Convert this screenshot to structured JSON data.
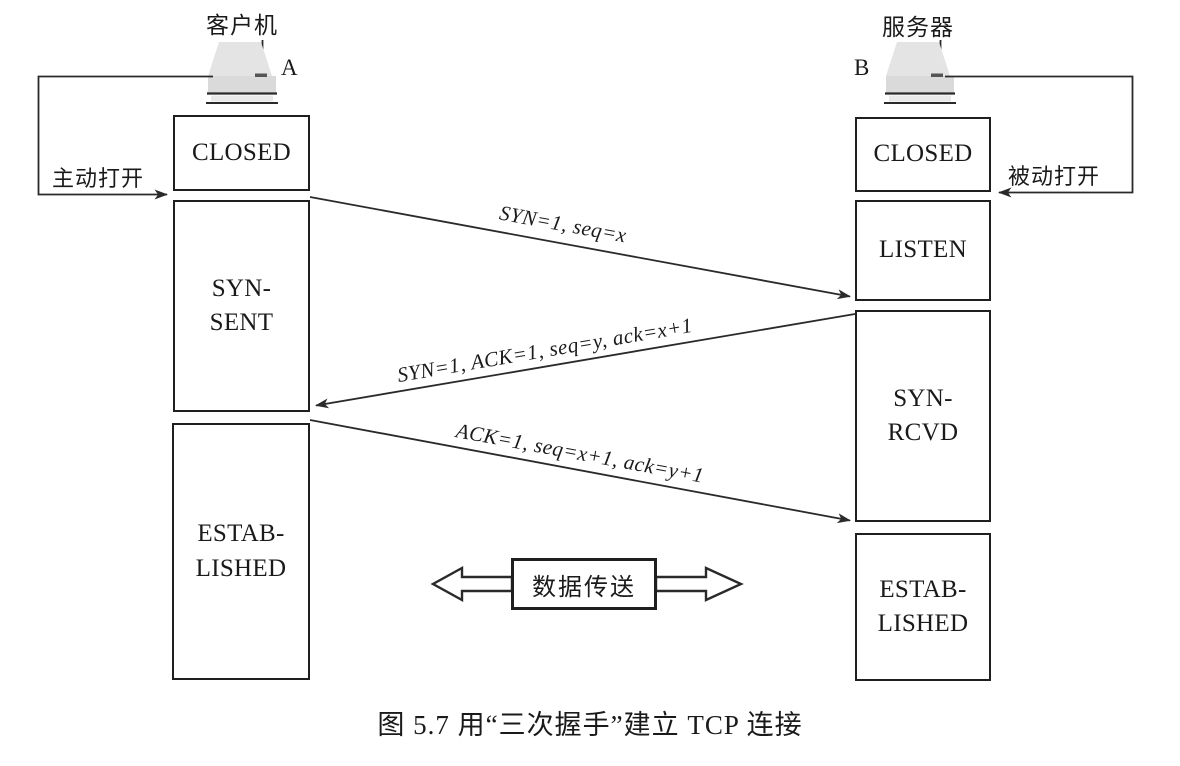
{
  "page": {
    "background": "#ffffff",
    "ink": "#1f1f1f",
    "screen_fill": "#e2e2e2"
  },
  "caption": "图 5.7  用“三次握手”建立 TCP 连接",
  "client": {
    "label": "客户机",
    "node_id": "A",
    "open_action": "主动打开",
    "states": {
      "closed": {
        "lines": [
          "CLOSED"
        ]
      },
      "syn_sent": {
        "lines": [
          "SYN-",
          "SENT"
        ]
      },
      "established": {
        "lines": [
          "ESTAB-",
          "LISHED"
        ]
      }
    }
  },
  "server": {
    "label": "服务器",
    "node_id": "B",
    "open_action": "被动打开",
    "states": {
      "closed": {
        "lines": [
          "CLOSED"
        ]
      },
      "listen": {
        "lines": [
          "LISTEN"
        ]
      },
      "syn_rcvd": {
        "lines": [
          "SYN-",
          "RCVD"
        ]
      },
      "established": {
        "lines": [
          "ESTAB-",
          "LISHED"
        ]
      }
    }
  },
  "messages": {
    "syn": {
      "label": "SYN=1, seq=x",
      "from": "A",
      "to": "B"
    },
    "synack": {
      "label": "SYN=1, ACK=1, seq=y, ack=x+1",
      "from": "B",
      "to": "A"
    },
    "ack": {
      "label": "ACK=1, seq=x+1, ack=y+1",
      "from": "A",
      "to": "B"
    }
  },
  "data_transfer": {
    "label": "数据传送"
  }
}
